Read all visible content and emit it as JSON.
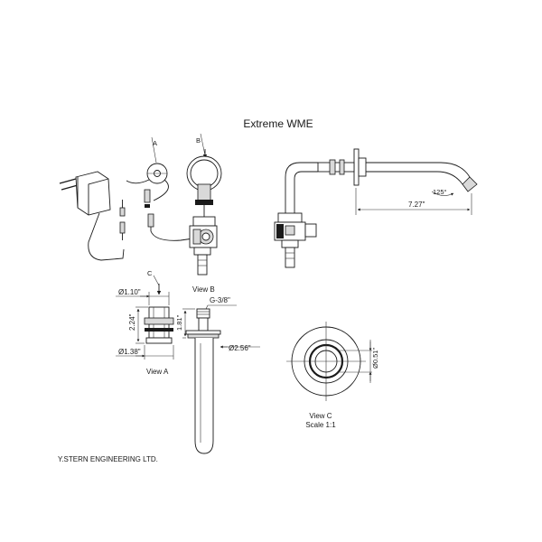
{
  "title": "Extreme WME",
  "company": "Y.STERN ENGINEERING LTD.",
  "markers": {
    "a": "A",
    "b": "B",
    "c": "C"
  },
  "views": {
    "view_a": "View A",
    "view_b": "View B",
    "view_c": "View C",
    "view_c_scale": "Scale 1:1"
  },
  "dimensions": {
    "d_110": "Ø1.10\"",
    "d_138": "Ø1.38\"",
    "h_224": "2.24\"",
    "h_181": "1.81\"",
    "thread": "G-3/8\"",
    "d_256": "Ø2.56\"",
    "d_051": "Ø0.51\"",
    "len_727": "7.27\"",
    "angle": "125°"
  }
}
